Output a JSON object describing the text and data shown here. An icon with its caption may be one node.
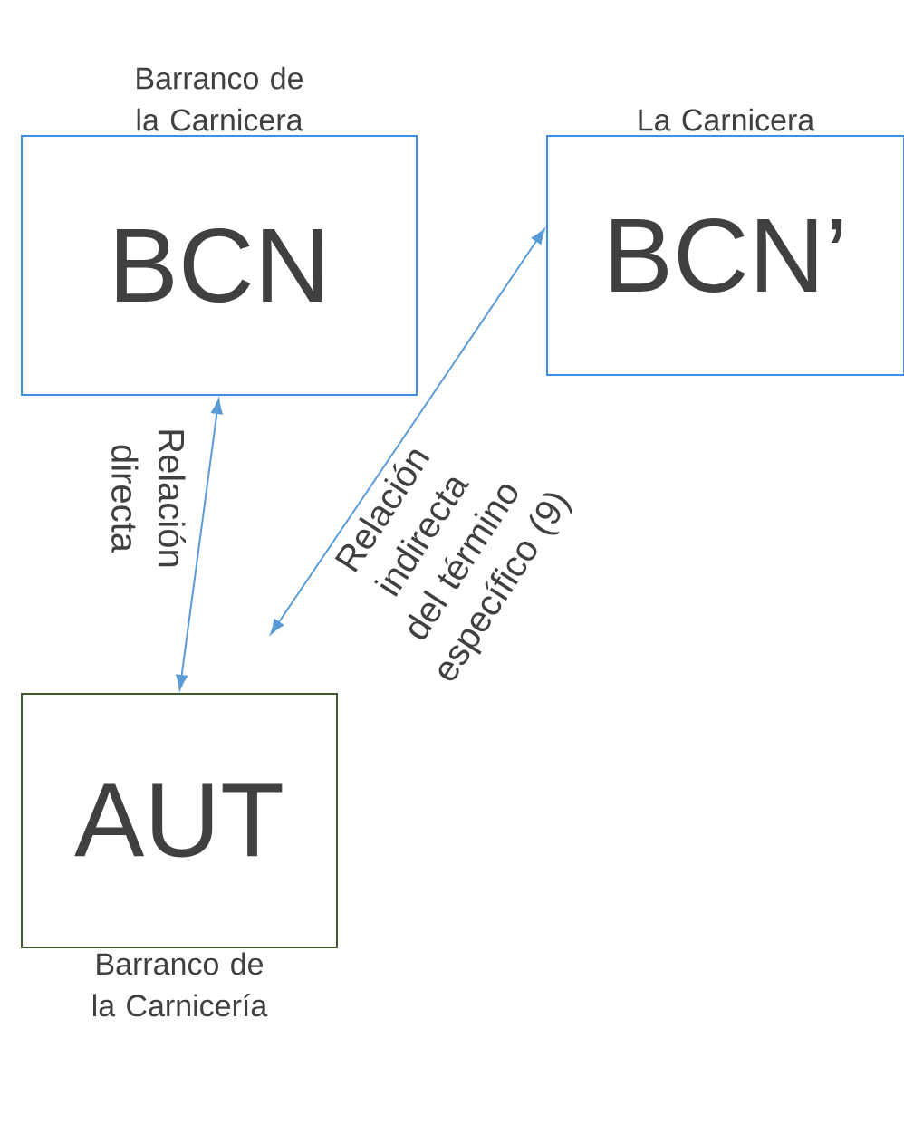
{
  "diagram": {
    "nodes": [
      {
        "text": [
          "Barranco de la Carnicera",
          "BCN"
        ]
      },
      {
        "text": [
          "La Carnicera",
          "BCN’"
        ]
      },
      {
        "text": [
          "AUT",
          "Barranco de la Carnicería"
        ]
      }
    ],
    "edges": [
      {
        "from": 0,
        "to": 2,
        "arrow": "both",
        "label": "Relación directa"
      },
      {
        "from": 1,
        "to": 2,
        "arrow": "both",
        "label": "Relación indirecta del término específico (9)"
      }
    ]
  }
}
